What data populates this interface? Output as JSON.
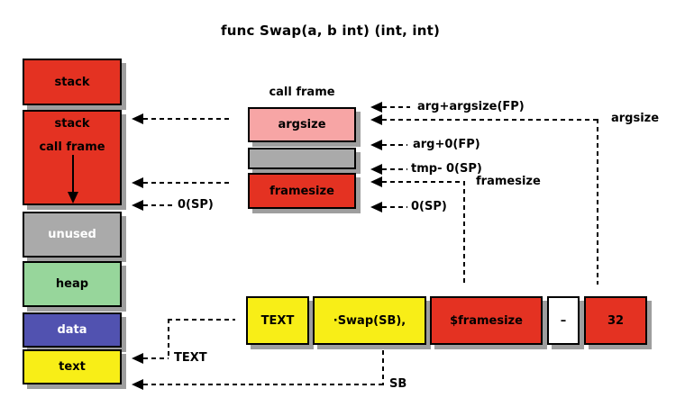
{
  "title": "func Swap(a, b int) (int, int)",
  "colors": {
    "red": "#e43222",
    "pink": "#f7a5a5",
    "gray": "#aaaaaa",
    "green": "#97d69b",
    "blue": "#5152b0",
    "yellow": "#f8ee17",
    "white": "#ffffff",
    "shadow": "#9e9e9e"
  },
  "memory_column": {
    "segments": [
      {
        "label": "stack",
        "color": "red"
      },
      {
        "label": "stack",
        "sublabel": "call frame",
        "color": "red"
      },
      {
        "label": "unused",
        "color": "gray"
      },
      {
        "label": "heap",
        "color": "green"
      },
      {
        "label": "data",
        "color": "blue"
      },
      {
        "label": "text",
        "color": "yellow"
      }
    ]
  },
  "call_frame": {
    "title": "call frame",
    "slots": [
      {
        "label": "argsize",
        "color": "pink"
      },
      {
        "label": "",
        "color": "gray"
      },
      {
        "label": "framesize",
        "color": "red"
      }
    ]
  },
  "instruction_row": {
    "boxes": [
      {
        "label": "TEXT",
        "color": "yellow"
      },
      {
        "label": "·Swap(SB),",
        "color": "yellow"
      },
      {
        "label": "$framesize",
        "color": "red"
      },
      {
        "label": "–",
        "color": "white"
      },
      {
        "label": "32",
        "color": "red"
      }
    ]
  },
  "annotations": {
    "arg_argsize_fp": "arg+argsize(FP)",
    "argsize": "argsize",
    "arg_0_fp": "arg+0(FP)",
    "tmp_0_sp": "tmp- 0(SP)",
    "framesize": "framesize",
    "right_0_sp": "0(SP)",
    "left_0_sp": "0(SP)",
    "text_ptr": "TEXT",
    "sb_ptr": "SB"
  }
}
